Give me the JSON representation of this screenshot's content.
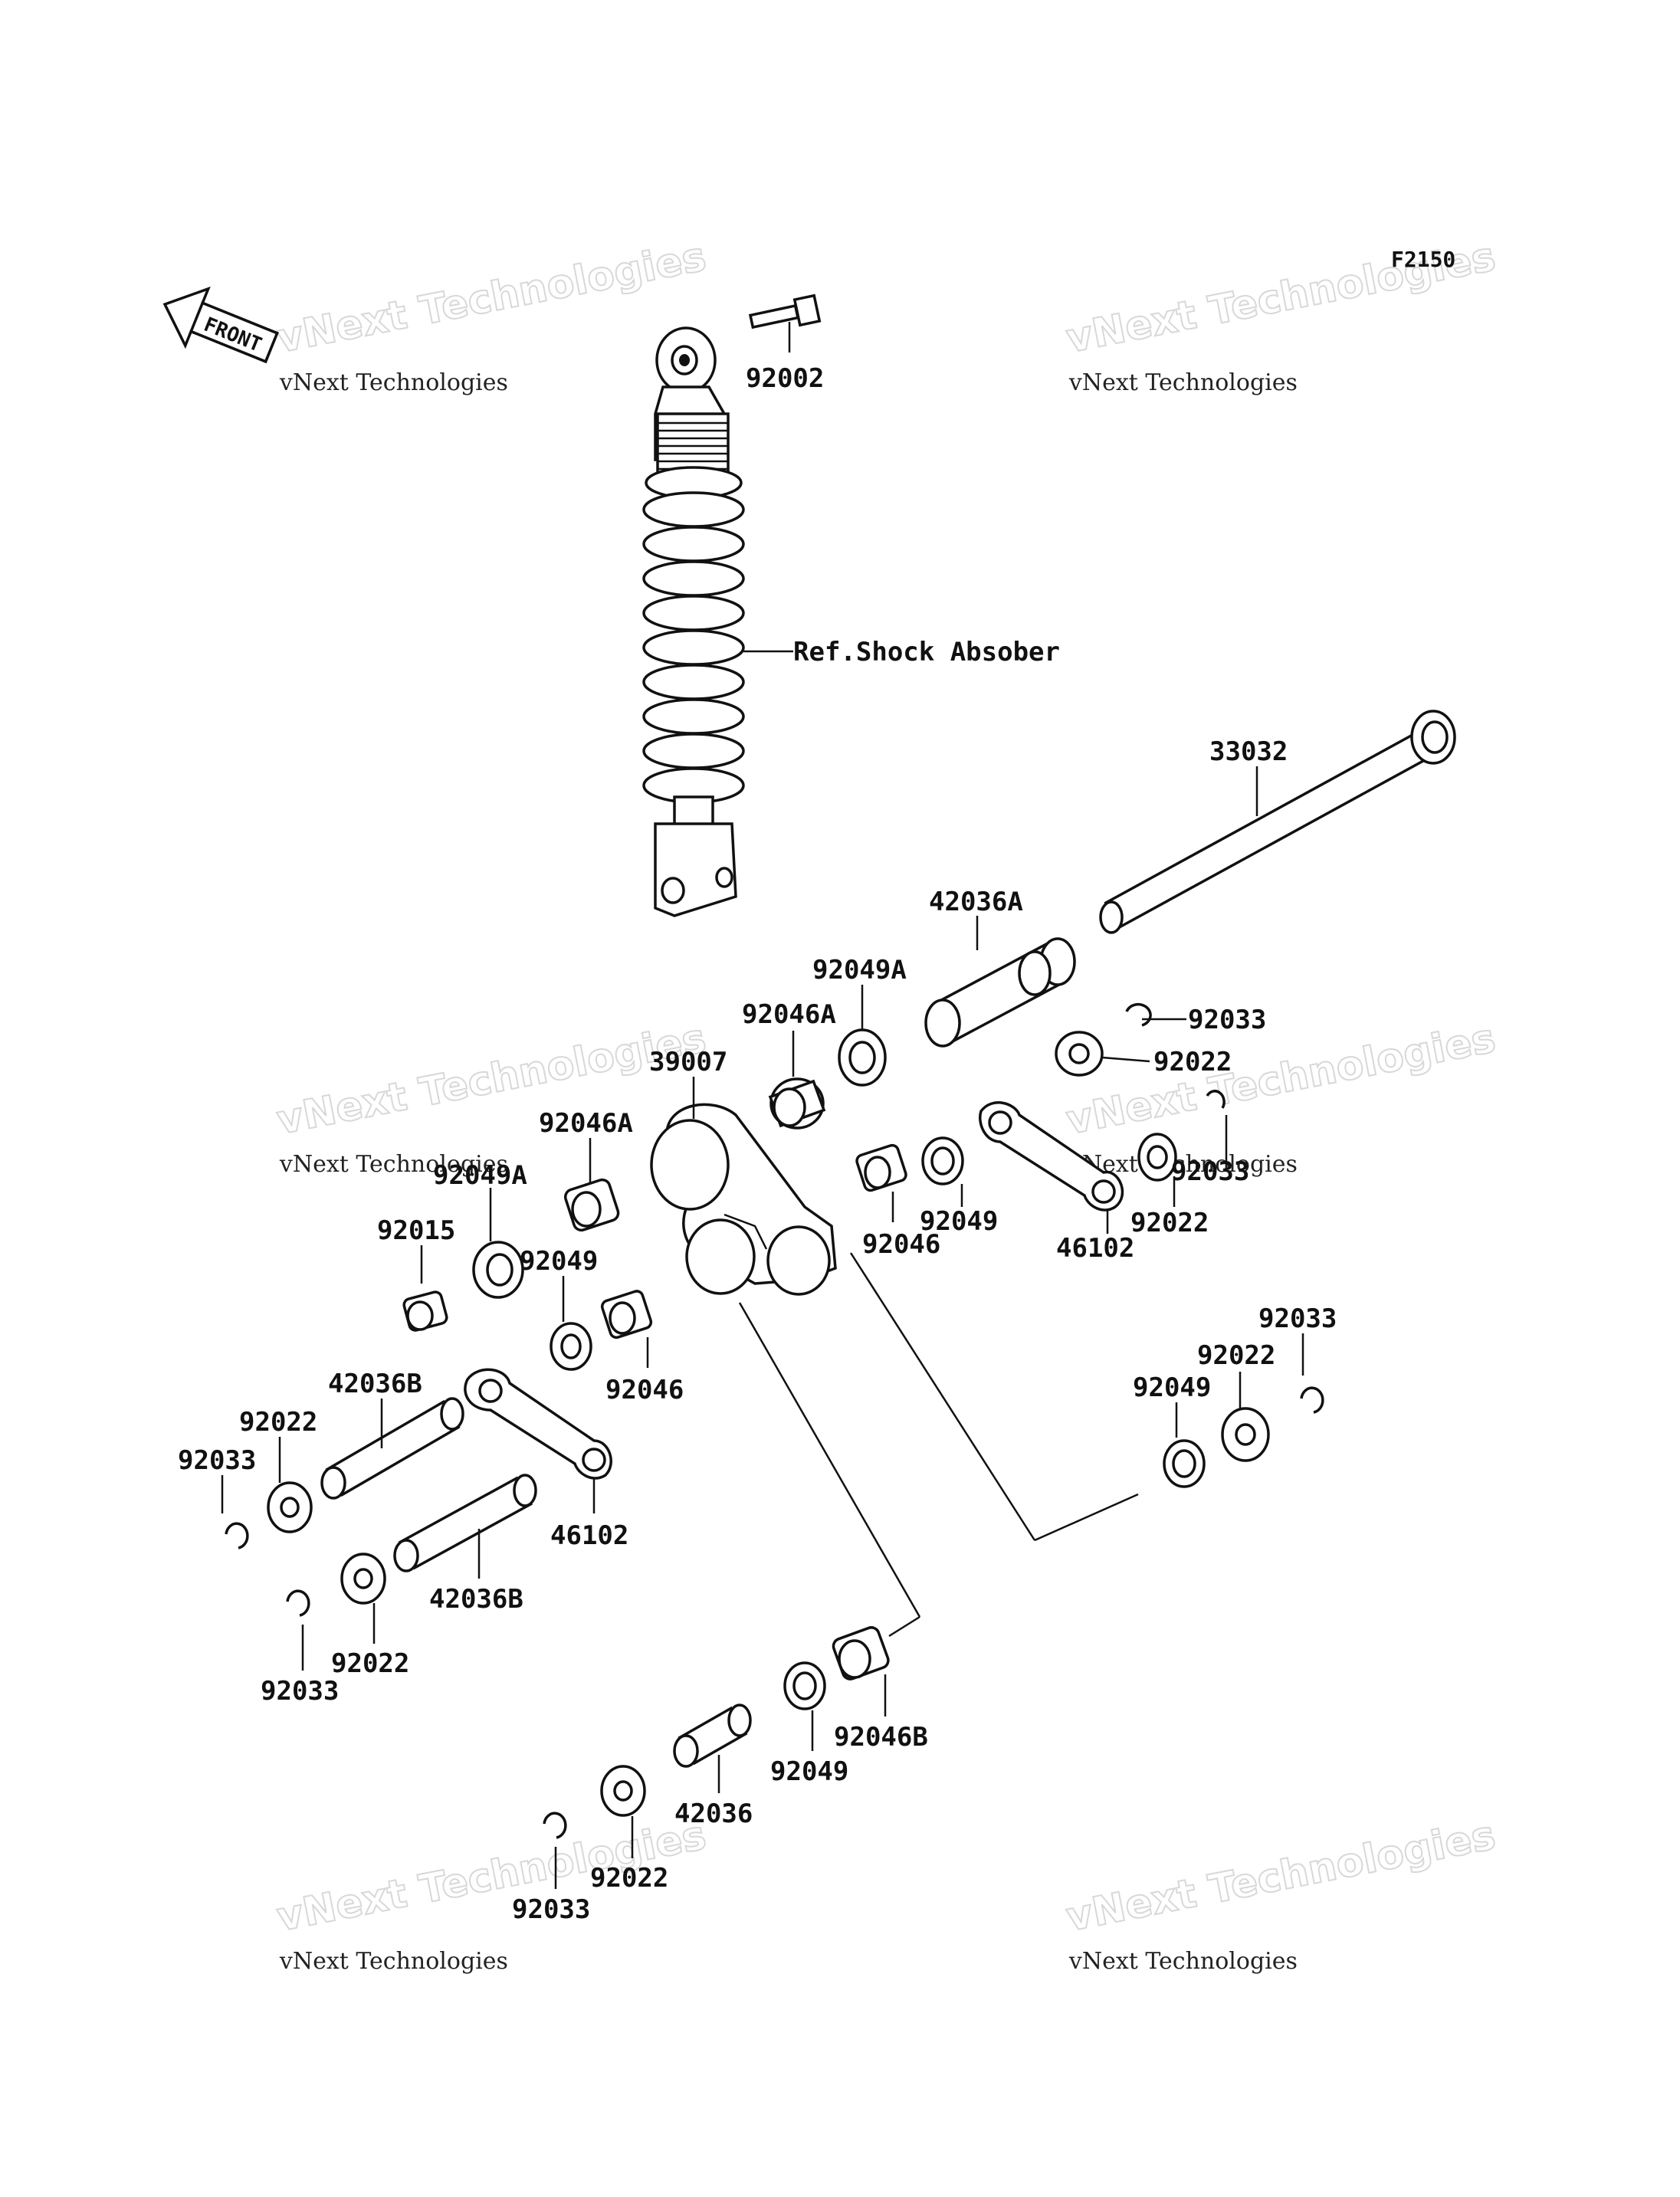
{
  "figure_code": "F2150",
  "front_label": "FRONT",
  "reference_note": "Ref.Shock Absober",
  "watermark": {
    "brand_large": "vNext Technologies",
    "brand_small": "vNext Technologies"
  },
  "part_labels": [
    "92002",
    "33032",
    "42036A",
    "92049A",
    "92033",
    "92046A",
    "92022",
    "39007",
    "92046A",
    "92049A",
    "92049",
    "92046",
    "92022",
    "46102",
    "92015",
    "92049",
    "92046",
    "92033",
    "92022",
    "92049",
    "42036B",
    "92022",
    "92033",
    "46102",
    "42036B",
    "92022",
    "92033",
    "92046B",
    "92049",
    "42036",
    "92022",
    "92033",
    "92033"
  ]
}
